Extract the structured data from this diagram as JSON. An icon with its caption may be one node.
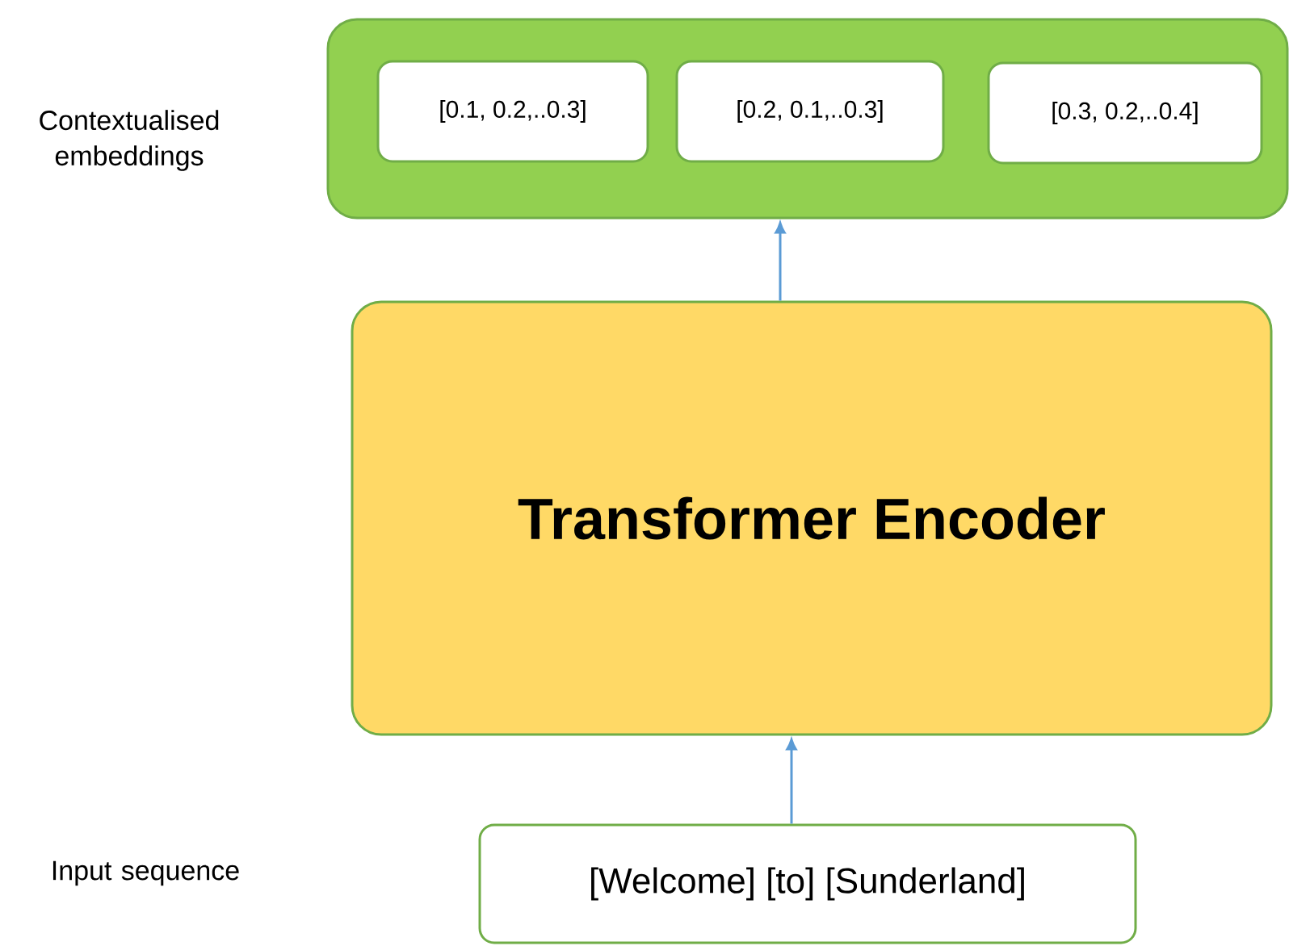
{
  "diagram": {
    "nodes": [
      {
        "text": [],
        "shape": "box"
      },
      {
        "text": [
          "[0.1, 0.2,..0.3]"
        ],
        "in": 0
      },
      {
        "text": [
          "[0.2, 0.1,..0.3]"
        ],
        "in": 0
      },
      {
        "text": [
          "[0.3, 0.2,..0.4]"
        ],
        "in": 0
      },
      {
        "text": [
          "Transformer Encoder"
        ]
      },
      {
        "text": [
          "[Welcome] [to] [Sunderland]"
        ]
      }
    ],
    "edges": [
      {
        "from": 4,
        "to": 0,
        "arrow": "to"
      },
      {
        "from": 5,
        "to": 4,
        "arrow": "to"
      }
    ],
    "labels": [
      "Contextualised embeddings",
      "Input sequence"
    ]
  }
}
